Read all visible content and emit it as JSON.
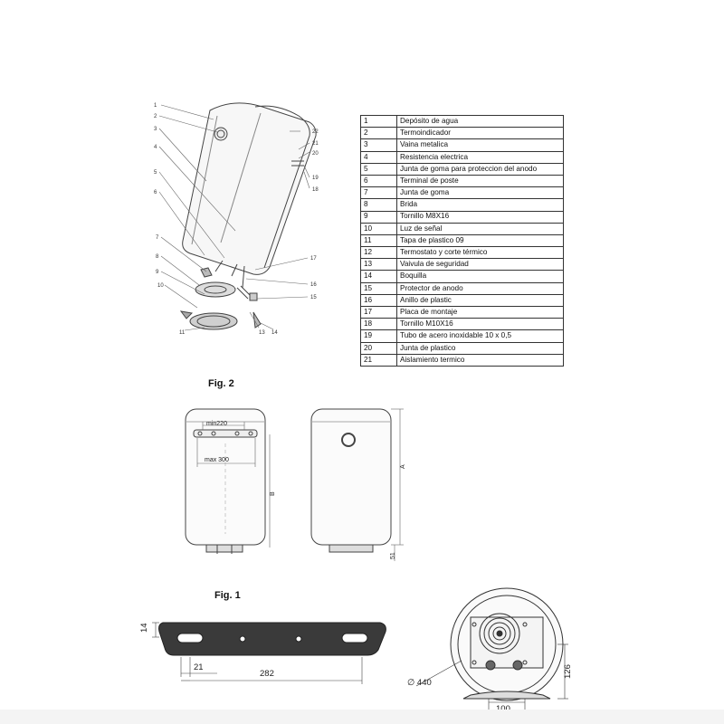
{
  "exploded_view": {
    "callouts_left": [
      "1",
      "2",
      "3",
      "4",
      "5",
      "6",
      "7",
      "8",
      "9",
      "10",
      "11"
    ],
    "callouts_right": [
      "22",
      "21",
      "20",
      "19",
      "18",
      "17",
      "16",
      "15"
    ],
    "callouts_bottom": [
      "13",
      "14"
    ]
  },
  "parts_list": [
    {
      "num": "1",
      "desc": "Depósito de agua"
    },
    {
      "num": "2",
      "desc": "Termoindicador"
    },
    {
      "num": "3",
      "desc": "Vaina metalica"
    },
    {
      "num": "4",
      "desc": "Resistencia electrica"
    },
    {
      "num": "5",
      "desc": "Junta de goma para proteccion del anodo"
    },
    {
      "num": "6",
      "desc": "Terminal de poste"
    },
    {
      "num": "7",
      "desc": "Junta de goma"
    },
    {
      "num": "8",
      "desc": "Brida"
    },
    {
      "num": "9",
      "desc": "Tornillo M8X16"
    },
    {
      "num": "10",
      "desc": "Luz de señal"
    },
    {
      "num": "11",
      "desc": "Tapa de plastico 09"
    },
    {
      "num": "12",
      "desc": "Termostato y corte térmico"
    },
    {
      "num": "13",
      "desc": "Vaivula de seguridad"
    },
    {
      "num": "14",
      "desc": "Boquilla"
    },
    {
      "num": "15",
      "desc": "Protector de anodo"
    },
    {
      "num": "16",
      "desc": "Anillo de plastic"
    },
    {
      "num": "17",
      "desc": "Placa de montaje"
    },
    {
      "num": "18",
      "desc": "Tornillo M10X16"
    },
    {
      "num": "19",
      "desc": "Tubo de acero inoxidable 10 x 0,5"
    },
    {
      "num": "20",
      "desc": "Junta de plastico"
    },
    {
      "num": "21",
      "desc": "Aislamiento termico"
    }
  ],
  "fig2": {
    "label": "Fig. 2",
    "min_label": "min220",
    "max_label": "max 300",
    "height_label": "B",
    "side_label": "A",
    "bottom_label": "51"
  },
  "fig1": {
    "label": "Fig. 1",
    "bracket_height": "14",
    "hole_offset": "21",
    "bracket_width": "282",
    "diameter": "∅ 440",
    "outlet_height": "126",
    "foot_width": "100"
  }
}
